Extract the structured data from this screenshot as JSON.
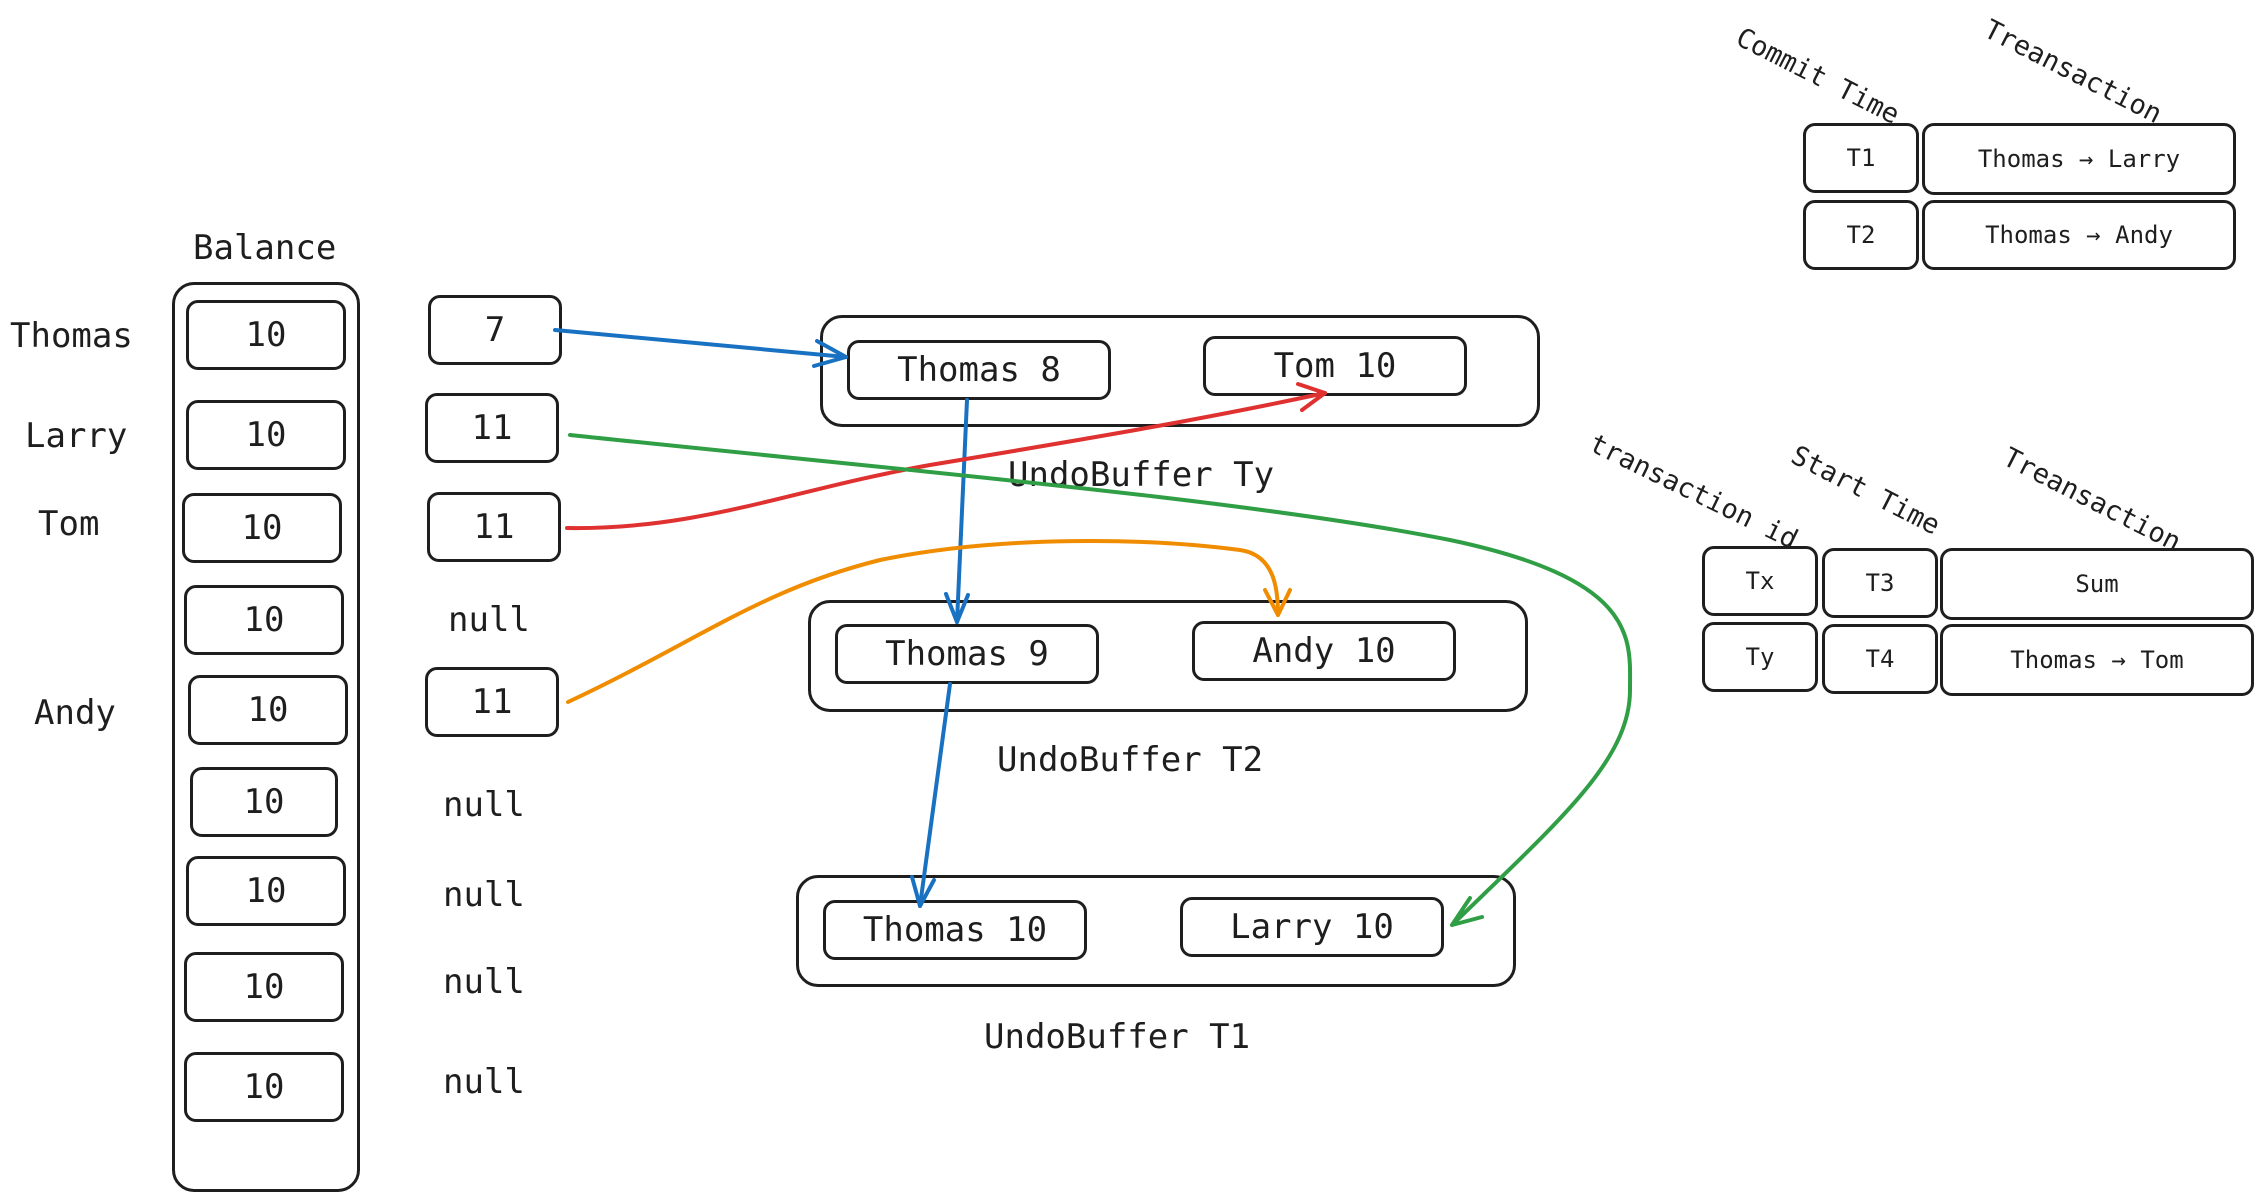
{
  "balance": {
    "title": "Balance",
    "names": [
      {
        "row": 0,
        "text": "Thomas"
      },
      {
        "row": 1,
        "text": "Larry"
      },
      {
        "row": 2,
        "text": "Tom"
      },
      {
        "row": 4,
        "text": "Andy"
      }
    ],
    "values": [
      "10",
      "10",
      "10",
      "10",
      "10",
      "10",
      "10",
      "10",
      "10"
    ]
  },
  "pointers": [
    "7",
    "11",
    "11",
    "null",
    "11",
    "null",
    "null",
    "null",
    "null"
  ],
  "undo_buffers": [
    {
      "label": "UndoBuffer Ty",
      "entries": [
        "Thomas 8",
        "Tom 10"
      ]
    },
    {
      "label": "UndoBuffer T2",
      "entries": [
        "Thomas 9",
        "Andy 10"
      ]
    },
    {
      "label": "UndoBuffer T1",
      "entries": [
        "Thomas 10",
        "Larry 10"
      ]
    }
  ],
  "commit_table": {
    "headers": [
      "Commit Time",
      "Treansaction"
    ],
    "rows": [
      [
        "T1",
        "Thomas → Larry"
      ],
      [
        "T2",
        "Thomas → Andy"
      ]
    ]
  },
  "active_table": {
    "headers": [
      "transaction id",
      "Start Time",
      "Treansaction"
    ],
    "rows": [
      [
        "Tx",
        "T3",
        "Sum"
      ],
      [
        "Ty",
        "T4",
        "Thomas → Tom"
      ]
    ]
  },
  "arrow_colors": {
    "blue": "#1971c2",
    "red": "#e03131",
    "green": "#2f9e44",
    "orange": "#f08c00"
  }
}
